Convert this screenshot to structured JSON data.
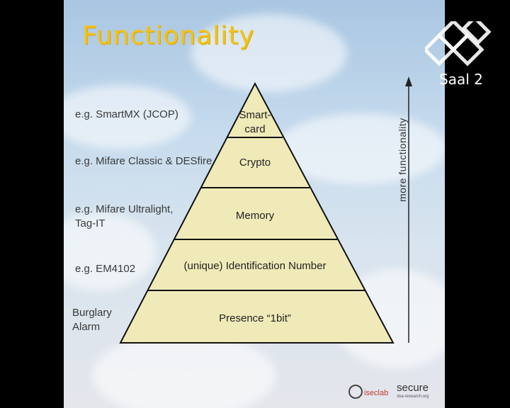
{
  "slide": {
    "title": "Functionality",
    "examples": [
      "e.g. SmartMX (JCOP)",
      "e.g. Mifare Classic & DESfire",
      "e.g. Mifare Ultralight,\nTag-IT",
      "e.g. EM4102",
      "Burglary\nAlarm"
    ],
    "levels": [
      "Smart-\ncard",
      "Crypto",
      "Memory",
      "(unique)  Identification Number",
      "Presence “1bit”"
    ],
    "arrow_label": "more functionality",
    "logos": {
      "left": "iseclab",
      "right": "secure",
      "right_sub": "sba-research.org"
    },
    "pyramid_fill": "#f0eab8",
    "title_color": "#f2c21a"
  },
  "broadcast": {
    "hall": "Saal 2"
  }
}
